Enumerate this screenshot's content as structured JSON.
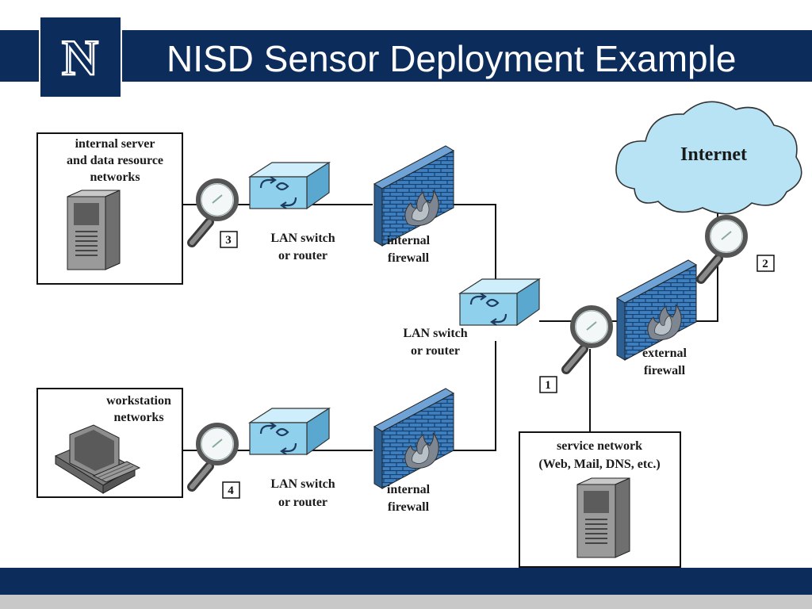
{
  "slide": {
    "title": "NISD Sensor Deployment Example",
    "logo_letter": "N"
  },
  "colors": {
    "brand_navy": "#0c2d5c",
    "device_blue": "#8fd0ec",
    "firewall_blue": "#3e7fbf",
    "cloud_blue": "#b7e3f4"
  },
  "diagram": {
    "networks": {
      "internal_server": [
        "internal server",
        "and data resource",
        "networks"
      ],
      "workstation": [
        "workstation",
        "networks"
      ],
      "service": [
        "service network",
        "(Web, Mail, DNS, etc.)"
      ],
      "internet": "Internet"
    },
    "devices": {
      "switch_top": [
        "LAN switch",
        "or router"
      ],
      "switch_center": [
        "LAN switch",
        "or router"
      ],
      "switch_bottom": [
        "LAN switch",
        "or router"
      ],
      "firewall_internal_top": [
        "internal",
        "firewall"
      ],
      "firewall_internal_bottom": [
        "internal",
        "firewall"
      ],
      "firewall_external": [
        "external",
        "firewall"
      ]
    },
    "sensors": {
      "s1": "1",
      "s2": "2",
      "s3": "3",
      "s4": "4"
    }
  }
}
